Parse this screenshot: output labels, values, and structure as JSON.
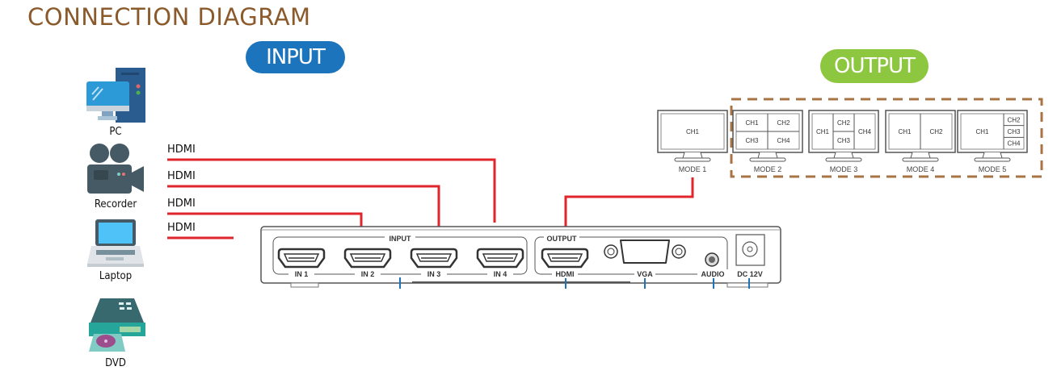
{
  "title": "CONNECTION DIAGRAM",
  "sections": {
    "input": "INPUT",
    "output": "OUTPUT"
  },
  "colors": {
    "title": "#8a5a2b",
    "input_pill": "#1c75bc",
    "output_pill": "#8dc63f",
    "cable": "#e0252b",
    "dashed_frame": "#a87444",
    "tick": "#1c75bc"
  },
  "devices": [
    {
      "label": "PC",
      "icon": "desktop-pc-icon"
    },
    {
      "label": "Recorder",
      "icon": "video-camera-icon"
    },
    {
      "label": "Laptop",
      "icon": "laptop-icon"
    },
    {
      "label": "DVD",
      "icon": "dvd-player-icon"
    }
  ],
  "cables": [
    "HDMI",
    "HDMI",
    "HDMI",
    "HDMI"
  ],
  "switcher": {
    "input_group": "INPUT",
    "inputs": [
      "IN 1",
      "IN 2",
      "IN 3",
      "IN 4"
    ],
    "output_group": "OUTPUT",
    "outputs": [
      "HDMI",
      "VGA",
      "AUDIO"
    ],
    "power": "DC 12V"
  },
  "modes": [
    {
      "label": "MODE 1",
      "channels": [
        "CH1"
      ]
    },
    {
      "label": "MODE 2",
      "channels": [
        "CH1",
        "CH2",
        "CH3",
        "CH4"
      ]
    },
    {
      "label": "MODE 3",
      "channels": [
        "CH1",
        "CH2",
        "CH3",
        "CH4"
      ]
    },
    {
      "label": "MODE 4",
      "channels": [
        "CH1",
        "CH2"
      ]
    },
    {
      "label": "MODE 5",
      "channels": [
        "CH1",
        "CH2",
        "CH3",
        "CH4"
      ]
    }
  ]
}
